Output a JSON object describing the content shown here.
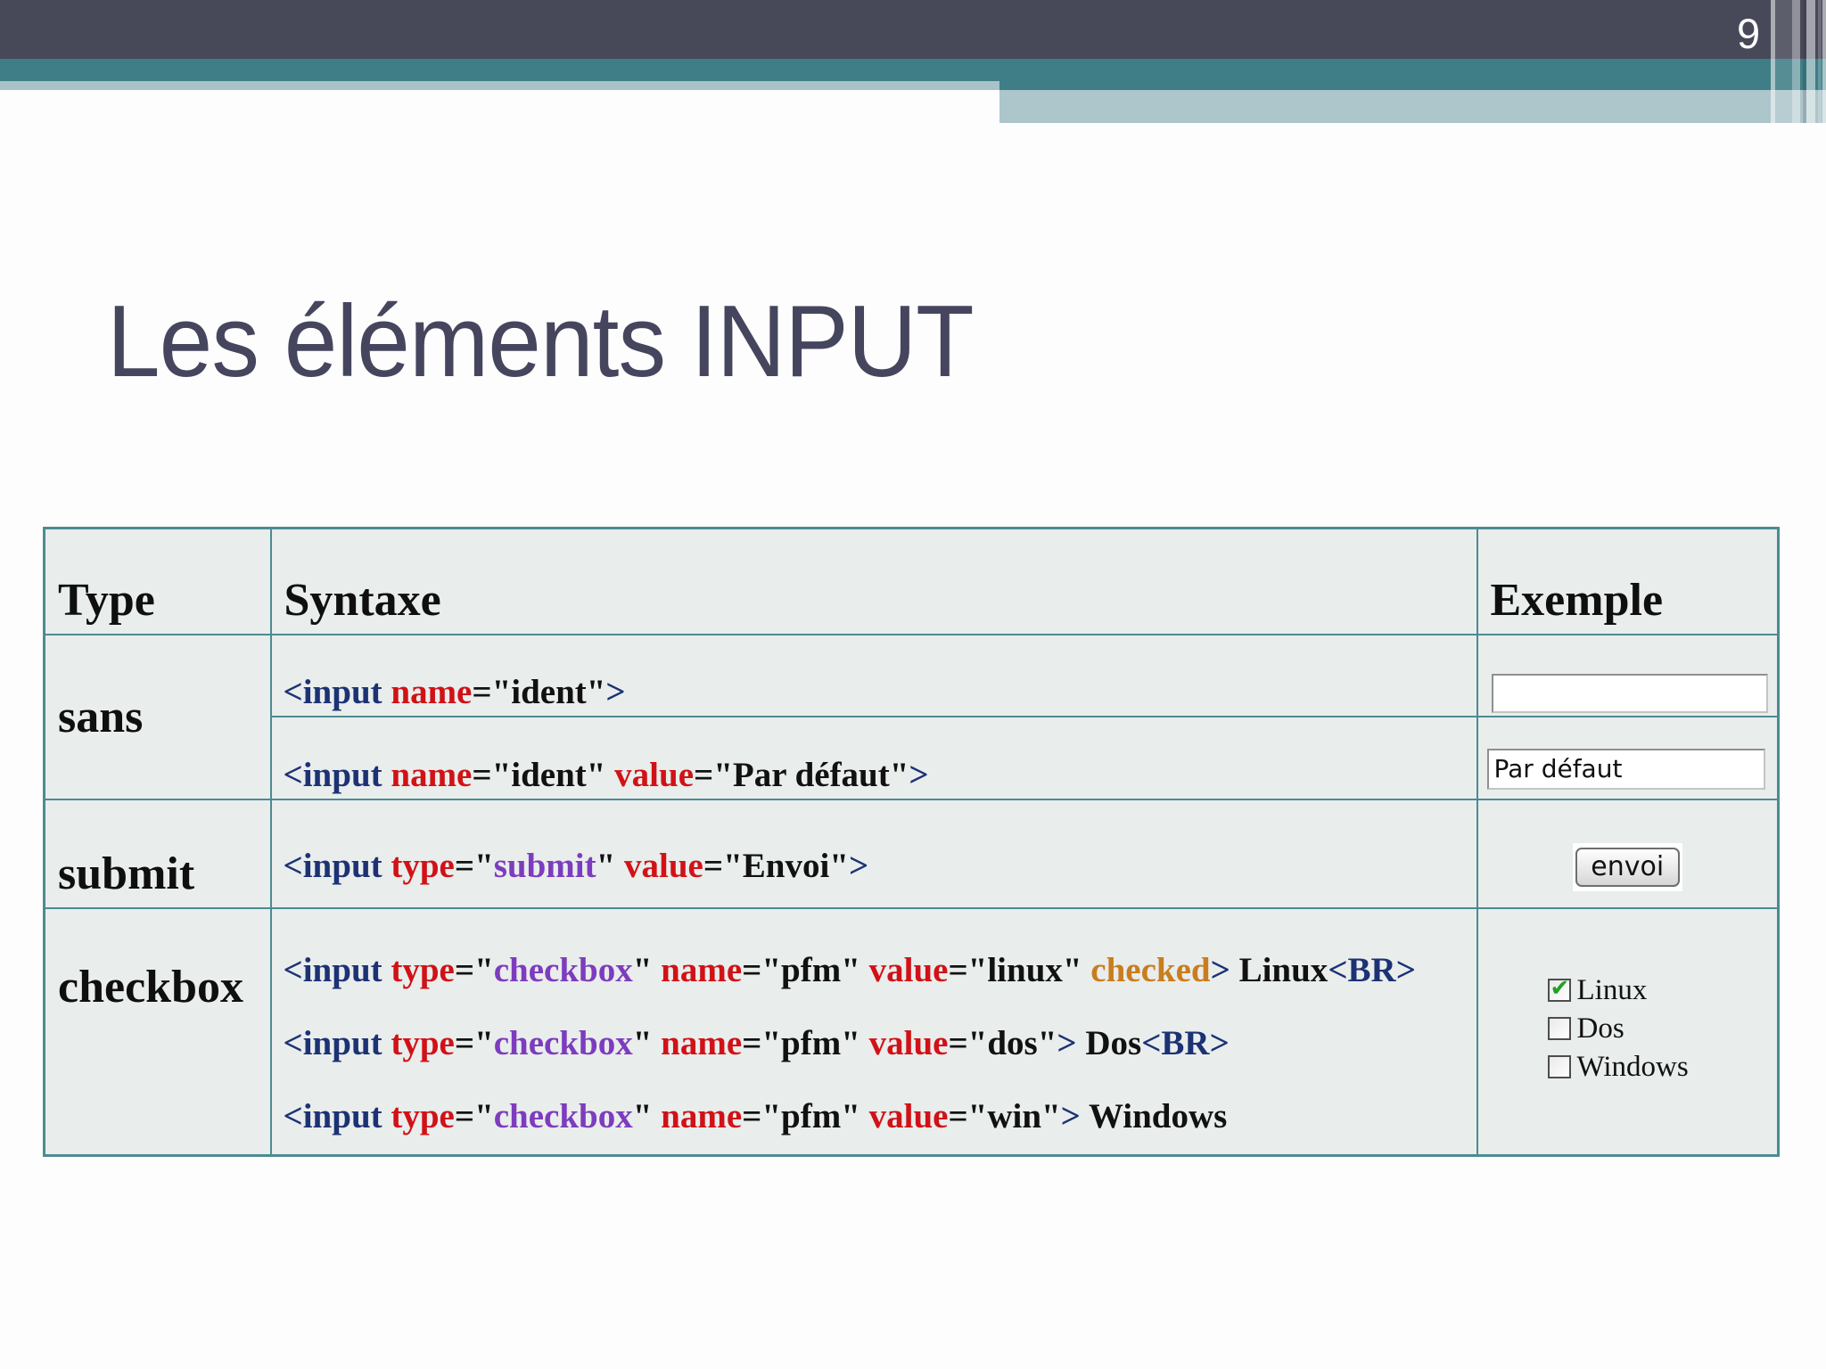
{
  "slide": {
    "number": "9",
    "title": "Les éléments INPUT"
  },
  "colors": {
    "dark_band": "#474858",
    "teal_band": "#3f7e86",
    "light_band": "#a8c2c8",
    "table_border": "#4c8b92",
    "cell_background": "#e9edec",
    "title_text": "#45465e"
  },
  "table": {
    "headers": {
      "type": "Type",
      "syntaxe": "Syntaxe",
      "exemple": "Exemple"
    },
    "code_colors": {
      "navy": "#1c3274",
      "red": "#d01217",
      "purple": "#7d3cbe",
      "orange": "#c97d1e",
      "black": "#111111"
    },
    "rows": {
      "sans": {
        "type_label": "sans",
        "syntax_a": [
          {
            "t": "<input ",
            "c": "navy"
          },
          {
            "t": "name",
            "c": "red"
          },
          {
            "t": "=\"ident\"",
            "c": "black"
          },
          {
            "t": ">",
            "c": "navy"
          }
        ],
        "syntax_b": [
          {
            "t": "<input ",
            "c": "navy"
          },
          {
            "t": "name",
            "c": "red"
          },
          {
            "t": "=\"ident\" ",
            "c": "black"
          },
          {
            "t": "value",
            "c": "red"
          },
          {
            "t": "=\"Par défaut\"",
            "c": "black"
          },
          {
            "t": ">",
            "c": "navy"
          }
        ]
      },
      "submit": {
        "type_label": "submit",
        "syntax": [
          {
            "t": "<input ",
            "c": "navy"
          },
          {
            "t": "type",
            "c": "red"
          },
          {
            "t": "=\"",
            "c": "black"
          },
          {
            "t": "submit",
            "c": "purple"
          },
          {
            "t": "\" ",
            "c": "black"
          },
          {
            "t": "value",
            "c": "red"
          },
          {
            "t": "=\"Envoi\"",
            "c": "black"
          },
          {
            "t": ">",
            "c": "navy"
          }
        ]
      },
      "checkbox": {
        "type_label": "checkbox",
        "syntax_1": [
          {
            "t": "<input ",
            "c": "navy"
          },
          {
            "t": "type",
            "c": "red"
          },
          {
            "t": "=\"",
            "c": "black"
          },
          {
            "t": "checkbox",
            "c": "purple"
          },
          {
            "t": "\" ",
            "c": "black"
          },
          {
            "t": "name",
            "c": "red"
          },
          {
            "t": "=\"pfm\" ",
            "c": "black"
          },
          {
            "t": "value",
            "c": "red"
          },
          {
            "t": "=\"linux\" ",
            "c": "black"
          },
          {
            "t": "checked",
            "c": "orange"
          },
          {
            "t": ">",
            "c": "navy"
          },
          {
            "t": " Linux",
            "c": "black"
          },
          {
            "t": "<BR>",
            "c": "navy"
          }
        ],
        "syntax_2": [
          {
            "t": "<input ",
            "c": "navy"
          },
          {
            "t": "type",
            "c": "red"
          },
          {
            "t": "=\"",
            "c": "black"
          },
          {
            "t": "checkbox",
            "c": "purple"
          },
          {
            "t": "\" ",
            "c": "black"
          },
          {
            "t": "name",
            "c": "red"
          },
          {
            "t": "=\"pfm\" ",
            "c": "black"
          },
          {
            "t": "value",
            "c": "red"
          },
          {
            "t": "=\"dos\"",
            "c": "black"
          },
          {
            "t": ">",
            "c": "navy"
          },
          {
            "t": " Dos",
            "c": "black"
          },
          {
            "t": "<BR>",
            "c": "navy"
          }
        ],
        "syntax_3": [
          {
            "t": "<input ",
            "c": "navy"
          },
          {
            "t": "type",
            "c": "red"
          },
          {
            "t": "=\"",
            "c": "black"
          },
          {
            "t": "checkbox",
            "c": "purple"
          },
          {
            "t": "\" ",
            "c": "black"
          },
          {
            "t": "name",
            "c": "red"
          },
          {
            "t": "=\"pfm\" ",
            "c": "black"
          },
          {
            "t": "value",
            "c": "red"
          },
          {
            "t": "=\"win\"",
            "c": "black"
          },
          {
            "t": ">",
            "c": "navy"
          },
          {
            "t": " Windows",
            "c": "black"
          }
        ]
      }
    }
  },
  "examples": {
    "text_input_empty": {
      "value": ""
    },
    "text_input_default": {
      "value": "Par défaut"
    },
    "submit_button": {
      "label": "envoi"
    },
    "checkbox_group": {
      "check_glyph": "✔",
      "items": [
        {
          "label": "Linux",
          "checked": true
        },
        {
          "label": "Dos",
          "checked": false
        },
        {
          "label": "Windows",
          "checked": false
        }
      ]
    }
  }
}
